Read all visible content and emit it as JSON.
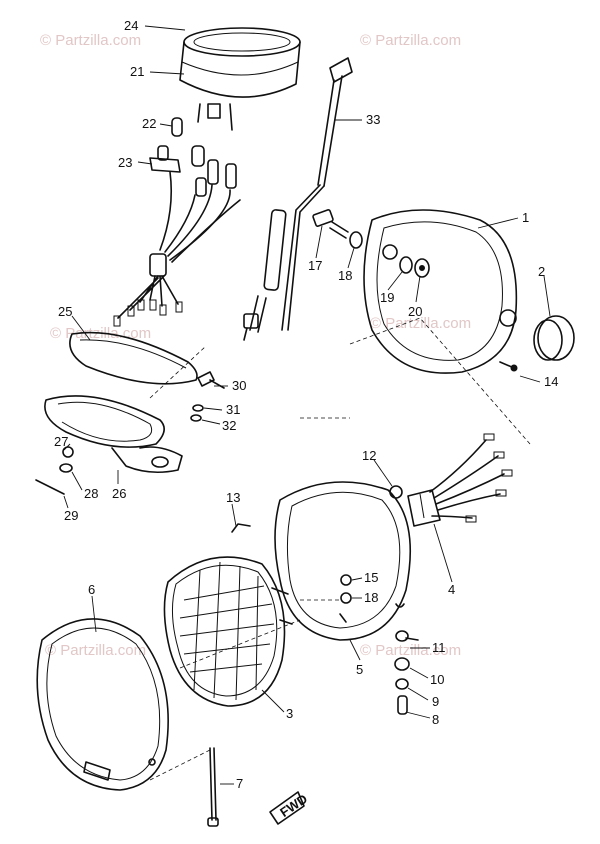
{
  "diagram": {
    "watermark": "© Partzilla.com",
    "callouts": [
      {
        "id": "c24",
        "text": "24"
      },
      {
        "id": "c21",
        "text": "21"
      },
      {
        "id": "c22",
        "text": "22"
      },
      {
        "id": "c23",
        "text": "23"
      },
      {
        "id": "c33",
        "text": "33"
      },
      {
        "id": "c17",
        "text": "17"
      },
      {
        "id": "c18a",
        "text": "18"
      },
      {
        "id": "c19a",
        "text": "19"
      },
      {
        "id": "c20",
        "text": "20"
      },
      {
        "id": "c1",
        "text": "1"
      },
      {
        "id": "c2",
        "text": "2"
      },
      {
        "id": "c14",
        "text": "14"
      },
      {
        "id": "c25",
        "text": "25"
      },
      {
        "id": "c30",
        "text": "30"
      },
      {
        "id": "c31",
        "text": "31"
      },
      {
        "id": "c32",
        "text": "32"
      },
      {
        "id": "c27",
        "text": "27"
      },
      {
        "id": "c28",
        "text": "28"
      },
      {
        "id": "c26",
        "text": "26"
      },
      {
        "id": "c29",
        "text": "29"
      },
      {
        "id": "c12",
        "text": "12"
      },
      {
        "id": "c4",
        "text": "4"
      },
      {
        "id": "c13",
        "text": "13"
      },
      {
        "id": "c6",
        "text": "6"
      },
      {
        "id": "c15",
        "text": "15"
      },
      {
        "id": "c18b",
        "text": "18"
      },
      {
        "id": "c5",
        "text": "5"
      },
      {
        "id": "c11",
        "text": "11"
      },
      {
        "id": "c10",
        "text": "10"
      },
      {
        "id": "c9b",
        "text": "9"
      },
      {
        "id": "c8",
        "text": "8"
      },
      {
        "id": "c3",
        "text": "3"
      },
      {
        "id": "c7",
        "text": "7"
      }
    ],
    "fwd_marker": "FWD"
  }
}
